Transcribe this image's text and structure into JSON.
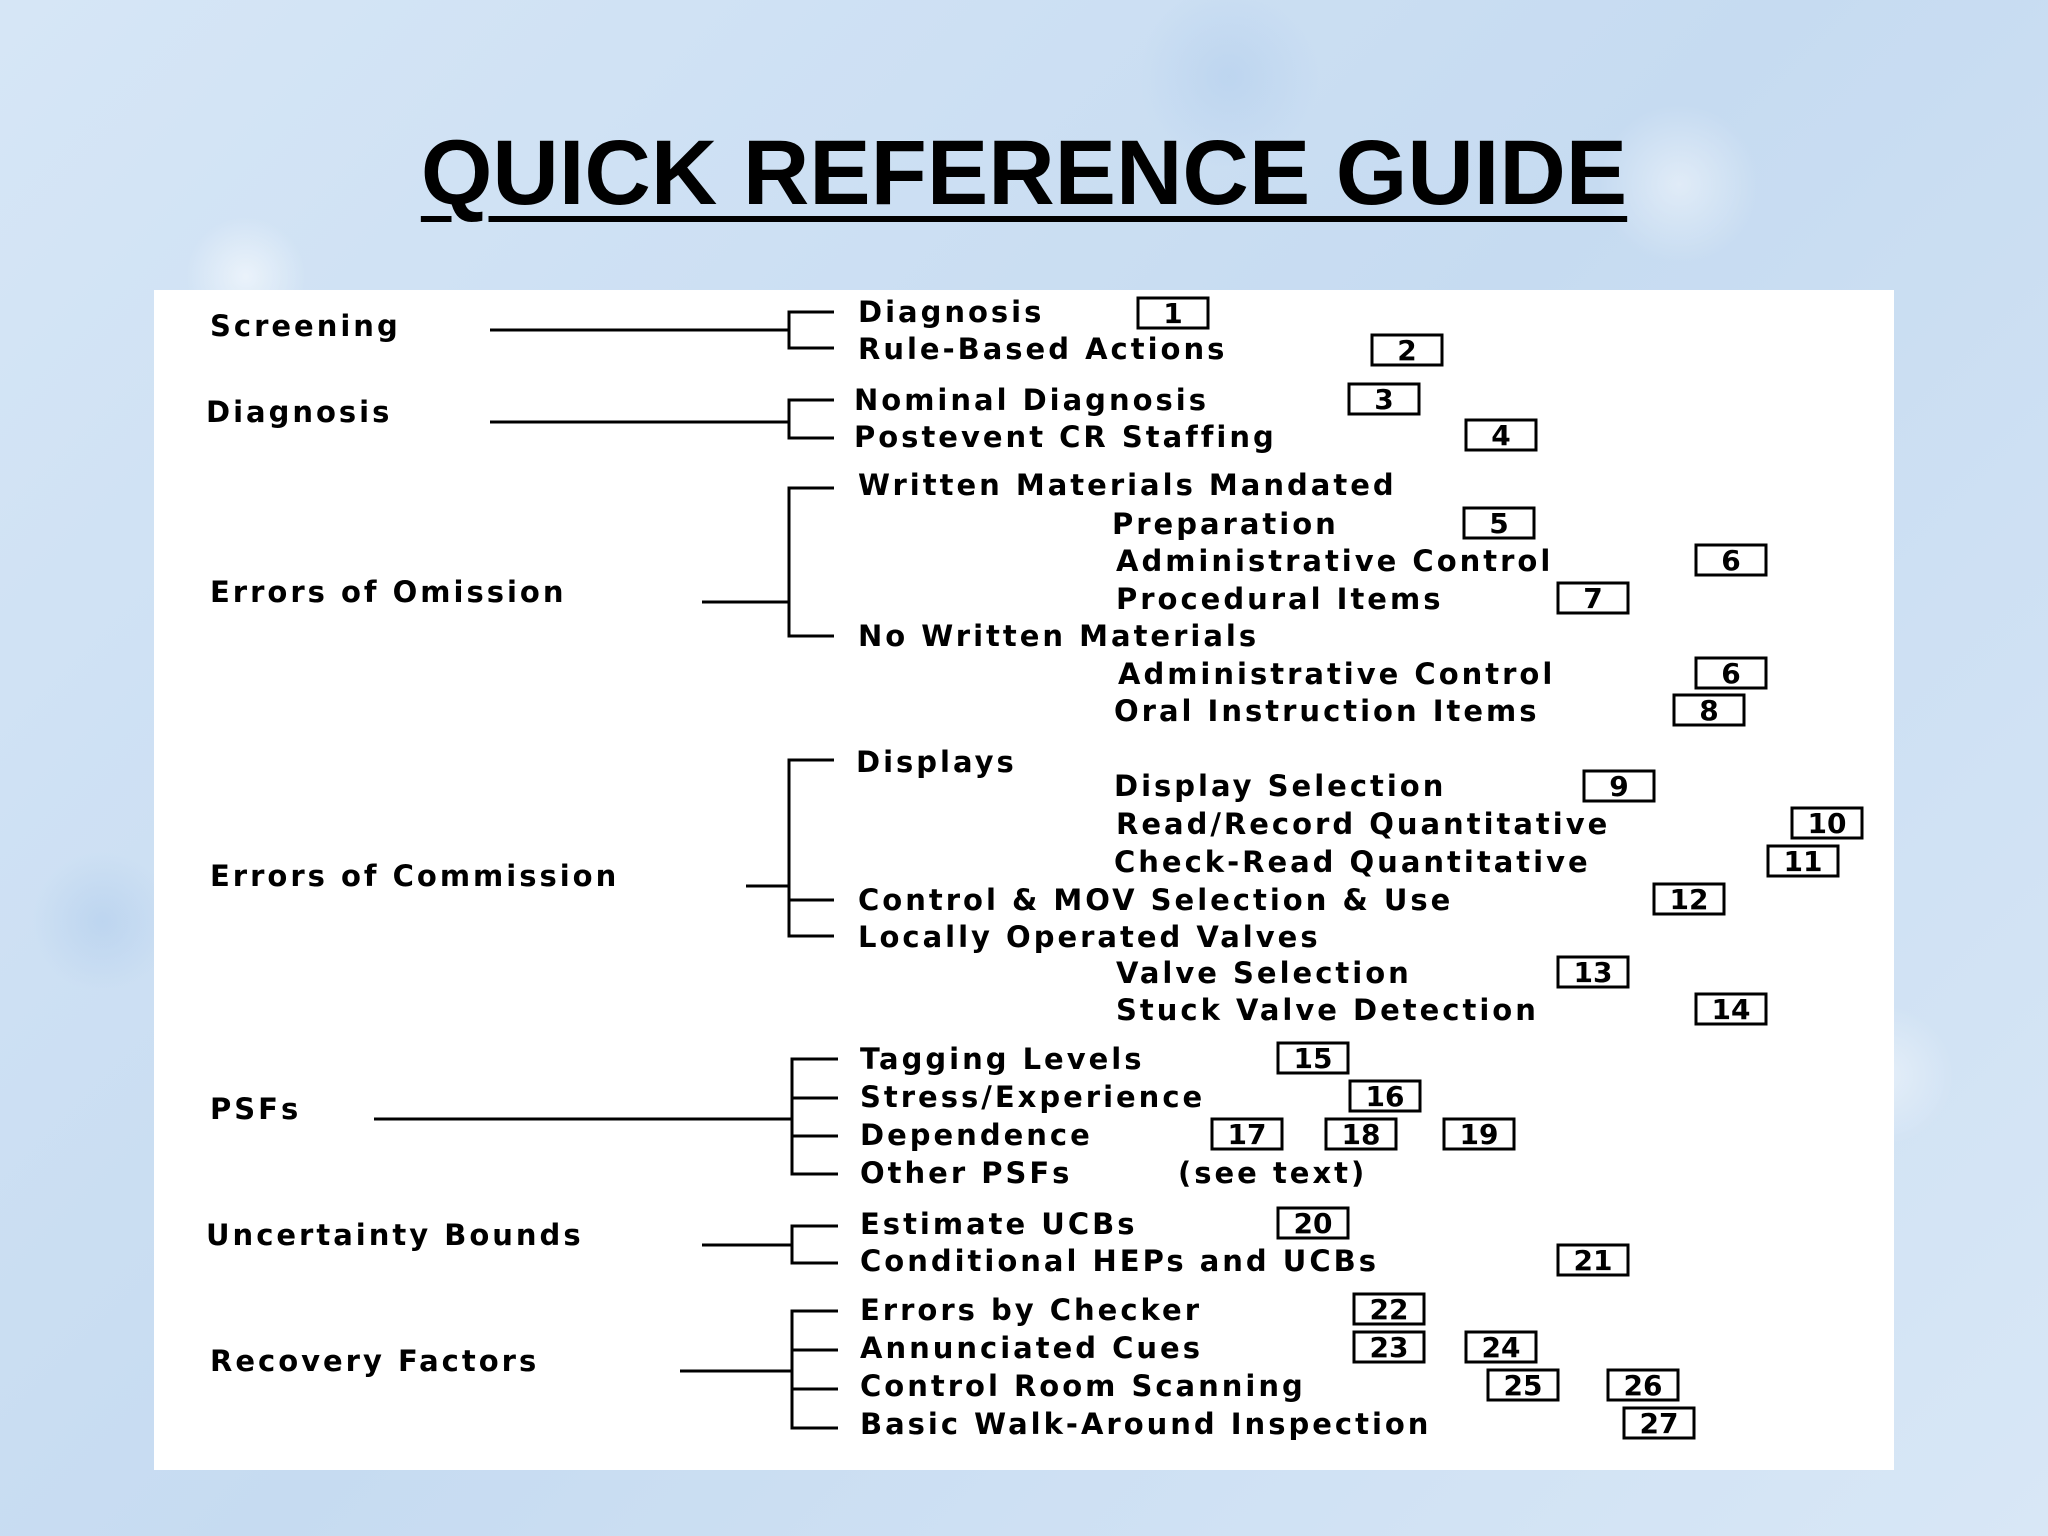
{
  "title": "QUICK REFERENCE GUIDE",
  "sections": {
    "screening": {
      "label": "Screening",
      "items": [
        {
          "label": "Diagnosis",
          "refs": [
            "1"
          ]
        },
        {
          "label": "Rule-Based Actions",
          "refs": [
            "2"
          ]
        }
      ]
    },
    "diagnosis": {
      "label": "Diagnosis",
      "items": [
        {
          "label": "Nominal Diagnosis",
          "refs": [
            "3"
          ]
        },
        {
          "label": "Postevent CR Staffing",
          "refs": [
            "4"
          ]
        }
      ]
    },
    "omission": {
      "label": "Errors of Omission",
      "groups": [
        {
          "label": "Written Materials Mandated",
          "items": [
            {
              "label": "Preparation",
              "refs": [
                "5"
              ]
            },
            {
              "label": "Administrative Control",
              "refs": [
                "6"
              ]
            },
            {
              "label": "Procedural Items",
              "refs": [
                "7"
              ]
            }
          ]
        },
        {
          "label": "No Written Materials",
          "items": [
            {
              "label": "Administrative Control",
              "refs": [
                "6"
              ]
            },
            {
              "label": "Oral Instruction Items",
              "refs": [
                "8"
              ]
            }
          ]
        }
      ]
    },
    "commission": {
      "label": "Errors of Commission",
      "groups": [
        {
          "label": "Displays",
          "items": [
            {
              "label": "Display Selection",
              "refs": [
                "9"
              ]
            },
            {
              "label": "Read/Record Quantitative",
              "refs": [
                "10"
              ]
            },
            {
              "label": "Check-Read Quantitative",
              "refs": [
                "11"
              ]
            }
          ]
        },
        {
          "label": "Control & MOV Selection & Use",
          "refs": [
            "12"
          ],
          "items": []
        },
        {
          "label": "Locally Operated Valves",
          "items": [
            {
              "label": "Valve Selection",
              "refs": [
                "13"
              ]
            },
            {
              "label": "Stuck Valve Detection",
              "refs": [
                "14"
              ]
            }
          ]
        }
      ]
    },
    "psfs": {
      "label": "PSFs",
      "items": [
        {
          "label": "Tagging Levels",
          "refs": [
            "15"
          ]
        },
        {
          "label": "Stress/Experience",
          "refs": [
            "16"
          ]
        },
        {
          "label": "Dependence",
          "refs": [
            "17",
            "18",
            "19"
          ]
        },
        {
          "label": "Other PSFs",
          "note": "(see text)",
          "refs": []
        }
      ]
    },
    "uncertainty": {
      "label": "Uncertainty Bounds",
      "items": [
        {
          "label": "Estimate UCBs",
          "refs": [
            "20"
          ]
        },
        {
          "label": "Conditional HEPs and UCBs",
          "refs": [
            "21"
          ]
        }
      ]
    },
    "recovery": {
      "label": "Recovery Factors",
      "items": [
        {
          "label": "Errors by Checker",
          "refs": [
            "22"
          ]
        },
        {
          "label": "Annunciated Cues",
          "refs": [
            "23",
            "24"
          ]
        },
        {
          "label": "Control Room Scanning",
          "refs": [
            "25",
            "26"
          ]
        },
        {
          "label": "Basic Walk-Around Inspection",
          "refs": [
            "27"
          ]
        }
      ]
    }
  }
}
